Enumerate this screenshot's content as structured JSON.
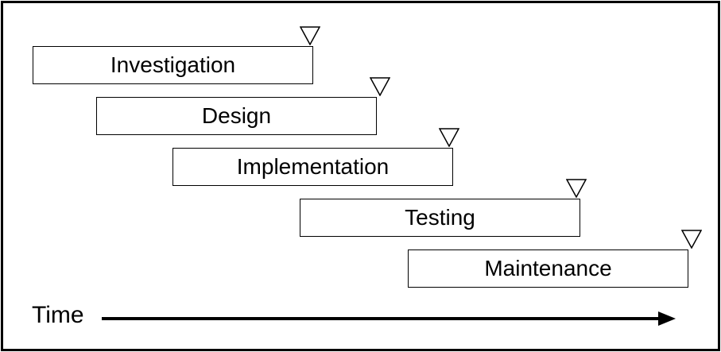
{
  "phases": [
    {
      "label": "Investigation"
    },
    {
      "label": "Design"
    },
    {
      "label": "Implementation"
    },
    {
      "label": "Testing"
    },
    {
      "label": "Maintenance"
    }
  ],
  "axis": {
    "label": "Time"
  },
  "milestone_icon": "down-triangle-icon",
  "colors": {
    "stroke": "#000000",
    "fill": "#ffffff"
  }
}
